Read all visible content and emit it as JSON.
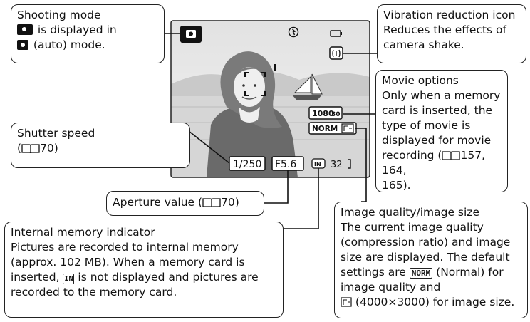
{
  "screen": {
    "mode_icon": "camera-icon",
    "shutter_speed": "1/250",
    "aperture": "F5.6",
    "internal_memory_badge": "IN",
    "exposures_remaining": "32",
    "movie_resolution": "1080",
    "movie_fps": "30",
    "image_quality": "NORM",
    "image_size_icon": "image-size-16m-icon",
    "flash_icon": "flash-mode-icon",
    "battery_icon": "battery-icon",
    "vr_icon": "vibration-reduction-icon"
  },
  "callouts": {
    "shooting_mode": {
      "title": "Shooting mode",
      "line2": " is displayed in",
      "line3": " (auto) mode."
    },
    "vibration_reduction": {
      "title": "Vibration reduction icon",
      "line2": "Reduces the effects of",
      "line3": "camera shake."
    },
    "movie_options": {
      "lines": [
        "Movie options",
        "Only when a memory",
        "card is inserted, the",
        "type of movie is",
        "displayed for movie"
      ],
      "ref_line_pre": "recording (",
      "ref_line_post": "157, 164,",
      "last": "165)."
    },
    "shutter_speed": {
      "title": "Shutter speed",
      "ref_pre": "(",
      "ref_num": "70)"
    },
    "aperture_value": {
      "label_pre": "Aperture value (",
      "label_post": "70)"
    },
    "internal_memory": {
      "title": "Internal memory indicator",
      "line2": "Pictures are recorded to internal memory",
      "line3": "(approx. 102 MB). When a memory card is",
      "line4_pre": "inserted, ",
      "line4_post": " is not displayed and pictures are",
      "line5": "recorded to the memory card."
    },
    "image_quality_size": {
      "lines": [
        "Image quality/image size",
        "The current image quality",
        "(compression ratio) and image",
        "size are displayed. The default"
      ],
      "line5_pre": "settings are ",
      "line5_post": " (Normal) for",
      "line6": "image quality and",
      "line7_post": " (4000×3000) for image size."
    }
  }
}
